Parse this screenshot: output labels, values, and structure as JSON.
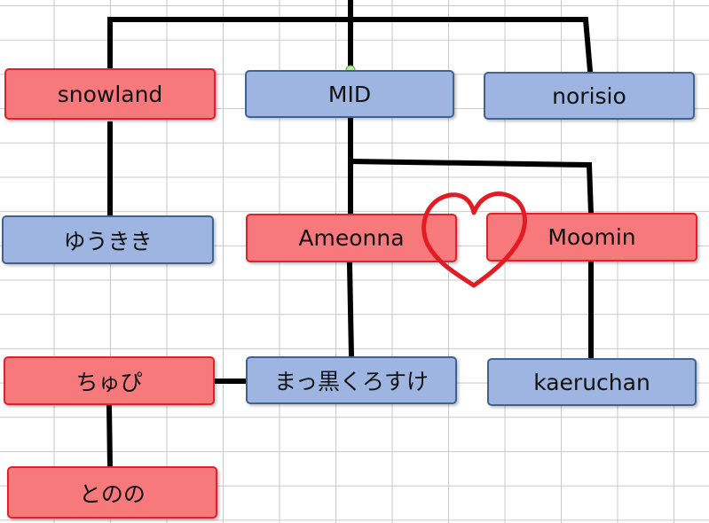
{
  "colors": {
    "red_fill": "#f7797b",
    "red_border": "#e0202a",
    "blue_fill": "#9db5e0",
    "blue_border": "#40628f",
    "line": "#000000",
    "heart": "#e31b23",
    "anchor": "#b8f0a0"
  },
  "nodes": [
    {
      "id": "snowland",
      "label": "snowland",
      "gender": "red"
    },
    {
      "id": "mid",
      "label": "MID",
      "gender": "blue"
    },
    {
      "id": "norisio",
      "label": "norisio",
      "gender": "blue"
    },
    {
      "id": "yuukiki",
      "label": "ゆうきき",
      "gender": "blue"
    },
    {
      "id": "ameonna",
      "label": "Ameonna",
      "gender": "red"
    },
    {
      "id": "moomin",
      "label": "Moomin",
      "gender": "red"
    },
    {
      "id": "chupi",
      "label": "ちゅぴ",
      "gender": "red"
    },
    {
      "id": "makkuro",
      "label": "まっ黒くろすけ",
      "gender": "blue"
    },
    {
      "id": "kaeruchan",
      "label": "kaeruchan",
      "gender": "blue"
    },
    {
      "id": "tonono",
      "label": "とのの",
      "gender": "red"
    }
  ]
}
